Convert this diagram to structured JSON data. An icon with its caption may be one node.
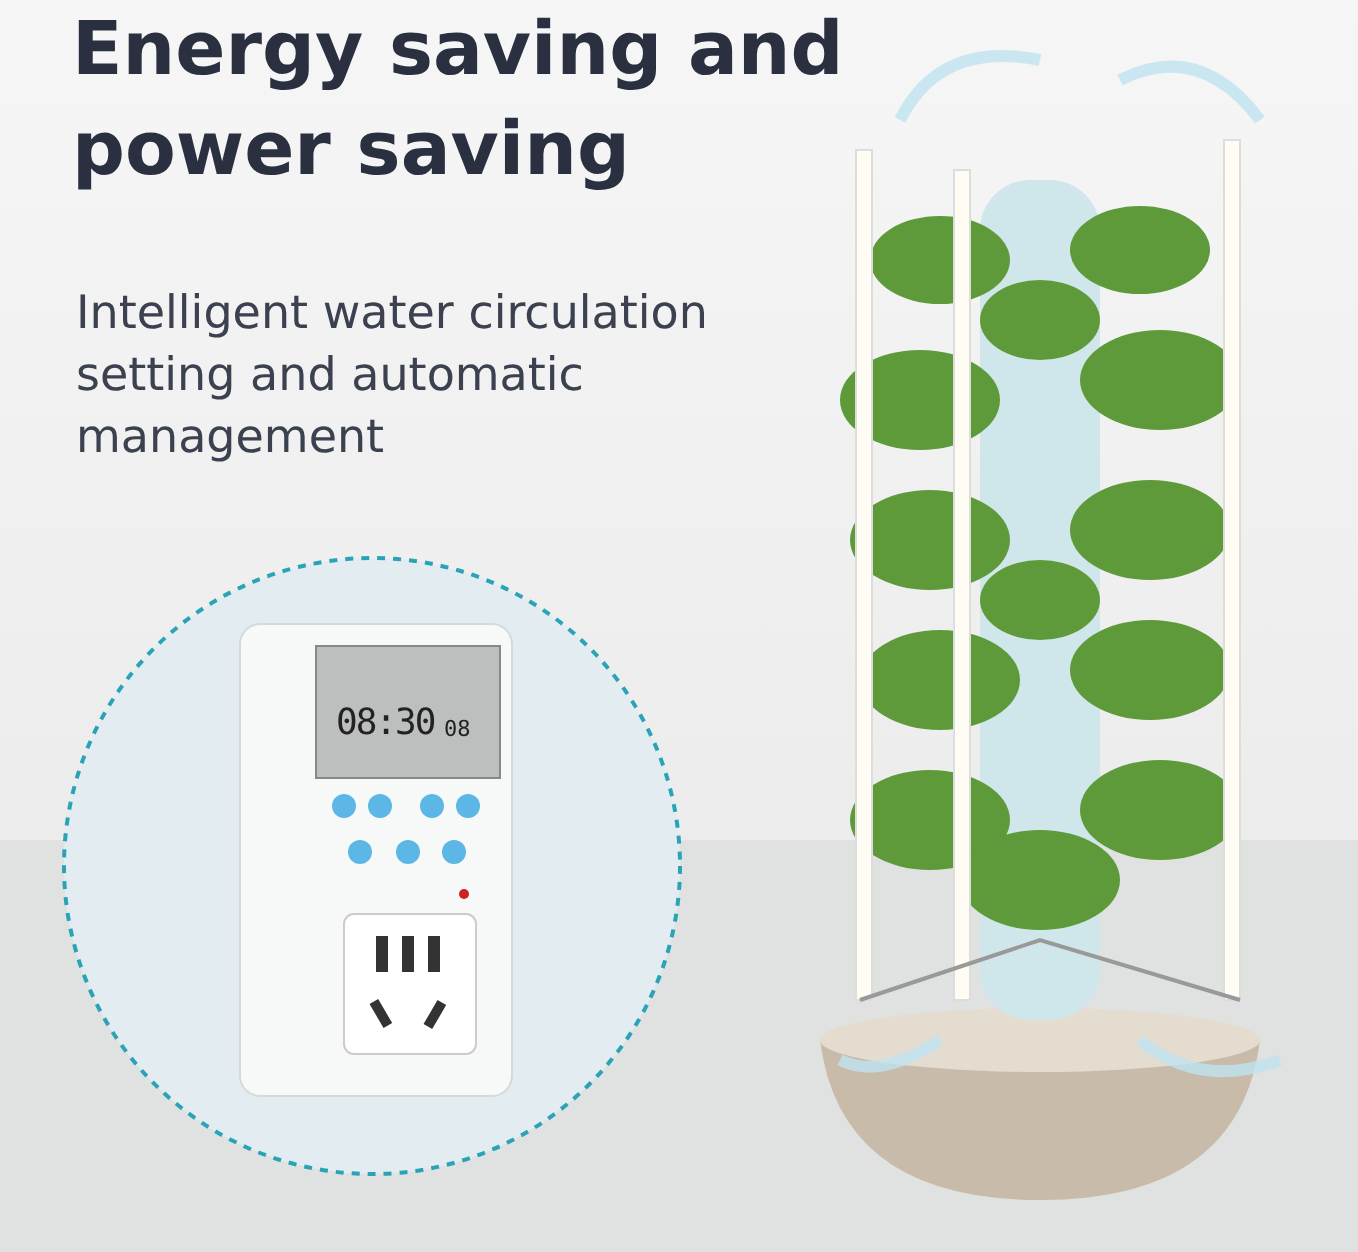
{
  "diagram": {
    "title": "Energy saving and power saving",
    "labels": [
      "Intelligent water circulation setting and automatic management",
      "08:30",
      "08"
    ]
  }
}
